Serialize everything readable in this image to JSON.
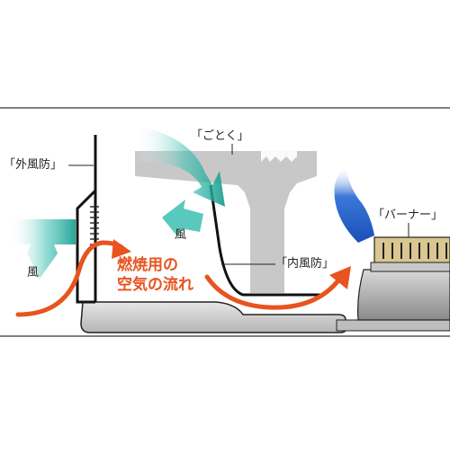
{
  "labels": {
    "outer_windshield": "「外風防」",
    "trivet": "「ごとく」",
    "burner": "「バーナー」",
    "inner_windshield": "「内風防」",
    "wind_1": "風",
    "wind_2": "風",
    "airflow_line1": "燃焼用の",
    "airflow_line2": "空気の流れ"
  },
  "colors": {
    "frame_line": "#555555",
    "gray_part": "#c8c8c8",
    "outline": "#111111",
    "wind_arrow": "#3cc0b2",
    "airflow_arrow": "#e8531e",
    "flame": "#2a64c8",
    "burner_body": "#9a9a9a"
  }
}
